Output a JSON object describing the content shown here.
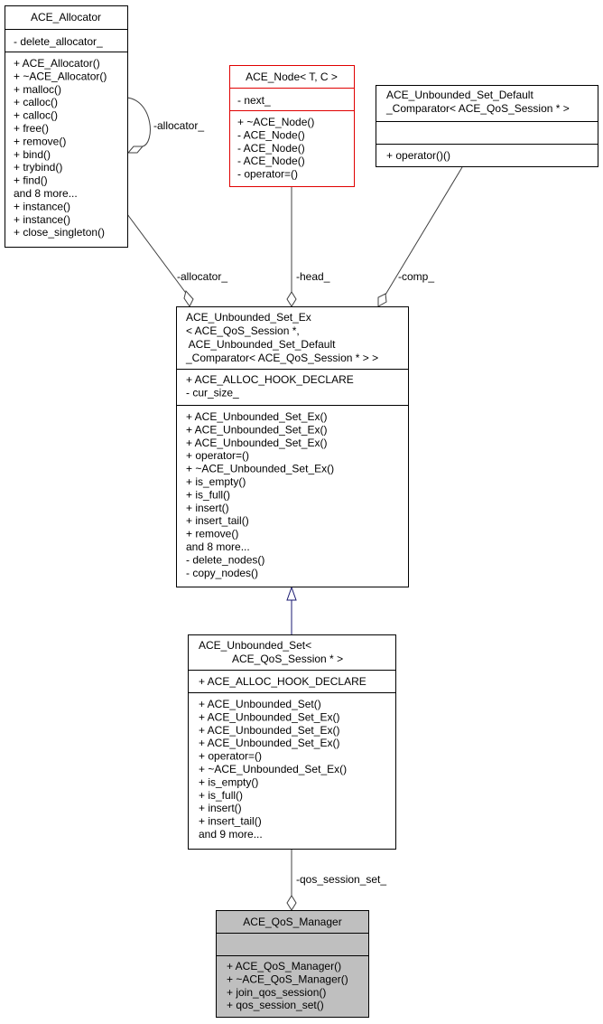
{
  "diagram": {
    "classes": {
      "allocator": {
        "name": "ACE_Allocator",
        "attributes": [
          "- delete_allocator_"
        ],
        "methods": [
          "+ ACE_Allocator()",
          "+ ~ACE_Allocator()",
          "+ malloc()",
          "+ calloc()",
          "+ calloc()",
          "+ free()",
          "+ remove()",
          "+ bind()",
          "+ trybind()",
          "+ find()",
          "and 8 more...",
          "+ instance()",
          "+ instance()",
          "+ close_singleton()"
        ]
      },
      "node": {
        "name": "ACE_Node< T, C >",
        "attributes": [
          "- next_"
        ],
        "methods": [
          "+ ~ACE_Node()",
          "- ACE_Node()",
          "- ACE_Node()",
          "- ACE_Node()",
          "- operator=()"
        ]
      },
      "comparator": {
        "name_lines": [
          "ACE_Unbounded_Set_Default",
          "_Comparator< ACE_QoS_Session * >"
        ],
        "attributes": [],
        "methods": [
          "+ operator()()"
        ]
      },
      "set_ex": {
        "name_lines": [
          "ACE_Unbounded_Set_Ex",
          "< ACE_QoS_Session *,",
          " ACE_Unbounded_Set_Default",
          "_Comparator< ACE_QoS_Session * > >"
        ],
        "attributes": [
          "+ ACE_ALLOC_HOOK_DECLARE",
          "- cur_size_"
        ],
        "methods": [
          "+ ACE_Unbounded_Set_Ex()",
          "+ ACE_Unbounded_Set_Ex()",
          "+ ACE_Unbounded_Set_Ex()",
          "+ operator=()",
          "+ ~ACE_Unbounded_Set_Ex()",
          "+ is_empty()",
          "+ is_full()",
          "+ insert()",
          "+ insert_tail()",
          "+ remove()",
          "and 8 more...",
          "- delete_nodes()",
          "- copy_nodes()"
        ]
      },
      "set": {
        "name_lines": [
          "ACE_Unbounded_Set<",
          "ACE_QoS_Session * >"
        ],
        "attributes": [
          "+ ACE_ALLOC_HOOK_DECLARE"
        ],
        "methods": [
          "+ ACE_Unbounded_Set()",
          "+ ACE_Unbounded_Set_Ex()",
          "+ ACE_Unbounded_Set_Ex()",
          "+ ACE_Unbounded_Set_Ex()",
          "+ operator=()",
          "+ ~ACE_Unbounded_Set_Ex()",
          "+ is_empty()",
          "+ is_full()",
          "+ insert()",
          "+ insert_tail()",
          "and 9 more..."
        ]
      },
      "manager": {
        "name": "ACE_QoS_Manager",
        "attributes": [],
        "methods": [
          "+ ACE_QoS_Manager()",
          "+ ~ACE_QoS_Manager()",
          "+ join_qos_session()",
          "+ qos_session_set()"
        ]
      }
    },
    "edges": {
      "self_allocator": "-allocator_",
      "allocator": "-allocator_",
      "head": "-head_",
      "comp": "-comp_",
      "qos_session_set": "-qos_session_set_"
    },
    "colors": {
      "template_border": "#e00000",
      "inheritance": "#191970",
      "focus_fill": "#bfbfbf"
    }
  }
}
